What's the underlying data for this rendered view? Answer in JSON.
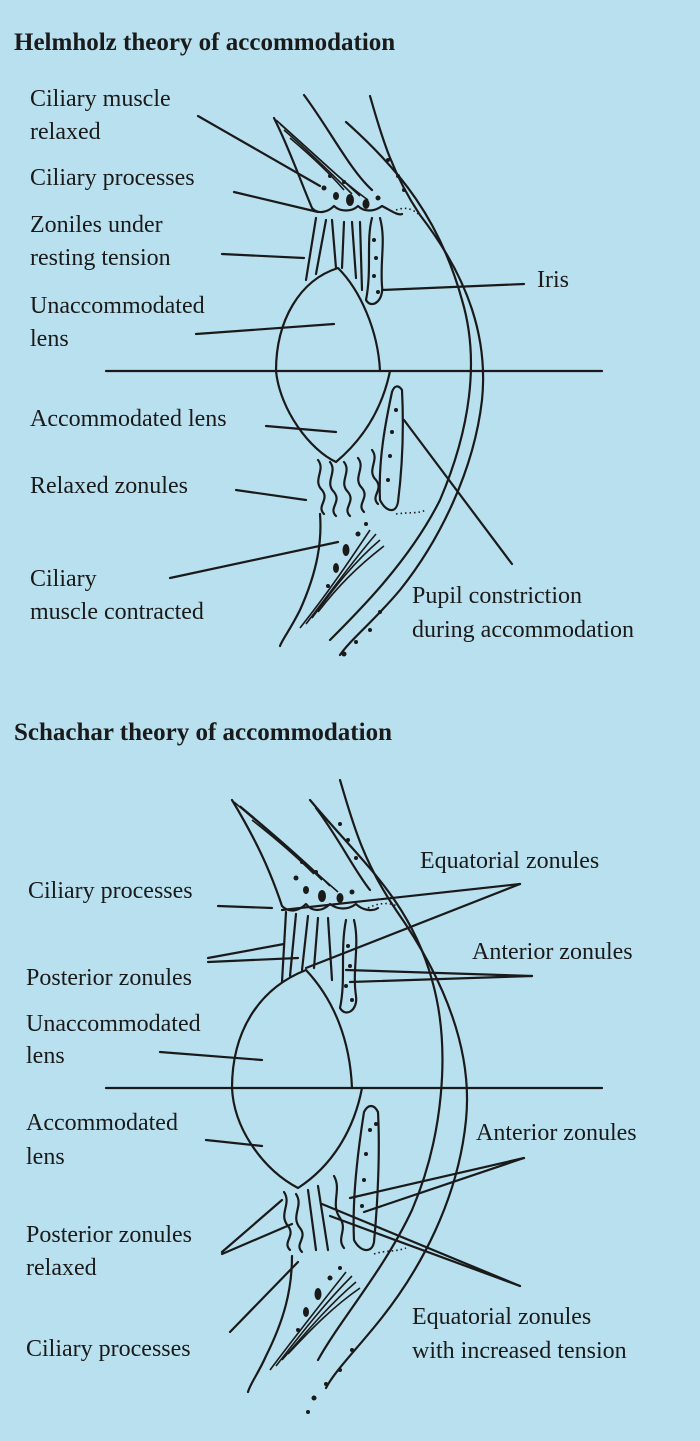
{
  "helmholtz": {
    "title": "Helmholz theory of accommodation",
    "labels": {
      "ciliary_muscle_relaxed_1": "Ciliary muscle",
      "ciliary_muscle_relaxed_2": "relaxed",
      "ciliary_processes": "Ciliary processes",
      "zonules_resting_1": "Zoniles under",
      "zonules_resting_2": "resting tension",
      "unaccommodated_1": "Unaccommodated",
      "unaccommodated_2": "lens",
      "iris": "Iris",
      "accommodated_lens": "Accommodated lens",
      "relaxed_zonules": "Relaxed zonules",
      "ciliary_contracted_1": "Ciliary",
      "ciliary_contracted_2": "muscle contracted",
      "pupil_1": "Pupil constriction",
      "pupil_2": "during accommodation"
    }
  },
  "schachar": {
    "title": "Schachar theory of accommodation",
    "labels": {
      "equatorial_zonules": "Equatorial zonules",
      "ciliary_processes_top": "Ciliary processes",
      "anterior_zonules_top": "Anterior zonules",
      "posterior_zonules": "Posterior zonules",
      "unaccommodated_1": "Unaccommodated",
      "unaccommodated_2": "lens",
      "accommodated_1": "Accommodated",
      "accommodated_2": "lens",
      "anterior_zonules_bottom": "Anterior zonules",
      "posterior_relaxed_1": "Posterior zonules",
      "posterior_relaxed_2": "relaxed",
      "equatorial_tension_1": "Equatorial zonules",
      "equatorial_tension_2": "with increased tension",
      "ciliary_processes_bottom": "Ciliary processes"
    }
  }
}
